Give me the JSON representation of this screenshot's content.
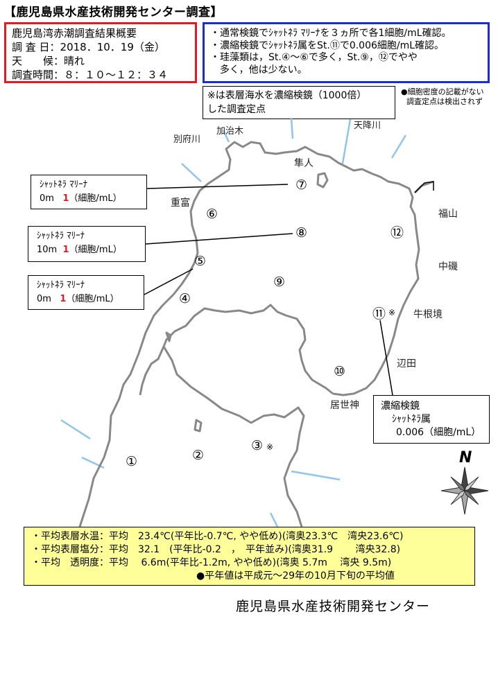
{
  "title": "【鹿児島県水産技術開発センター調査】",
  "summary": {
    "heading": "鹿児島湾赤潮調査結果概要",
    "date": "調 査 日：2018．10．19（金）",
    "weather": "天　　候：晴れ",
    "time": "調査時間：８：１０～１２：３４"
  },
  "findings": [
    "・通常検鏡でｼｬｯﾄﾈﾗ ﾏﾘｰﾅを３ヵ所で各1細胞/mL確認。",
    "・濃縮検鏡でｼｬｯﾄﾈﾗ属をSt.⑪で0.006細胞/mL確認。",
    "・珪藻類は，St.④～⑥で多く，St.⑨，⑫でやや",
    "　多く，他は少ない。"
  ],
  "note": {
    "line1": "※は表層海水を濃縮検鏡（1000倍）",
    "line2": "した調査定点"
  },
  "undetected_note": {
    "line1": "●細胞密度の記載がない",
    "line2": "調査定点は検出されず"
  },
  "callouts": {
    "st7": {
      "species": "ｼｬｯﾄﾈﾗ ﾏﾘｰﾅ",
      "depth": "0m",
      "value": "1",
      "unit": "（細胞/mL）"
    },
    "st8": {
      "species": "ｼｬｯﾄﾈﾗ ﾏﾘｰﾅ",
      "depth": "10m",
      "value": "1",
      "unit": "（細胞/mL）"
    },
    "st5": {
      "species": "ｼｬｯﾄﾈﾗ ﾏﾘｰﾅ",
      "depth": "0m",
      "value": "1",
      "unit": "（細胞/mL）"
    },
    "st11": {
      "method": "濃縮検鏡",
      "species": "ｼｬｯﾄﾈﾗ属",
      "value": "0.006（細胞/mL）"
    }
  },
  "places": {
    "beppu_river": "別府川",
    "kajiki": "加治木",
    "amori_river": "天降川",
    "hayato": "隼人",
    "shigetomi": "重富",
    "fukuyama": "福山",
    "nakaiso": "中磯",
    "ushinekyo": "牛根境",
    "henda": "辺田",
    "iseshin": "居世神"
  },
  "stations": {
    "s1": "①",
    "s2": "②",
    "s3": "③",
    "s3_mark": "※",
    "s4": "④",
    "s5": "⑤",
    "s6": "⑥",
    "s7": "⑦",
    "s8": "⑧",
    "s9": "⑨",
    "s10": "⑩",
    "s11": "⑪",
    "s11_mark": "※",
    "s12": "⑫"
  },
  "compass_label": "N",
  "stats": [
    "・平均表層水温：平均　23.4℃(平年比-0.7℃, やや低め)(湾奥23.3℃　湾央23.6℃)",
    "・平均表層塩分：平均　32.1　(平年比-0.2　，　平年並み)(湾奥31.9　　 湾央32.8)",
    "・平均　透明度：平均　 6.6m(平年比-1.2m, やや低め)(湾奥 5.7m　 湾央 9.5m)",
    "　　　　　　　　　　　　　　　　　●平年値は平成元～29年の10月下旬の平均値"
  ],
  "org_name": "鹿児島県水産技術開発センター",
  "colors": {
    "summary_border": "#e21b23",
    "findings_border": "#1c2bd6",
    "stats_bg": "#ffff99",
    "coast": "#888888",
    "river": "#8ec5ec",
    "highlight_value": "#e21b23"
  }
}
